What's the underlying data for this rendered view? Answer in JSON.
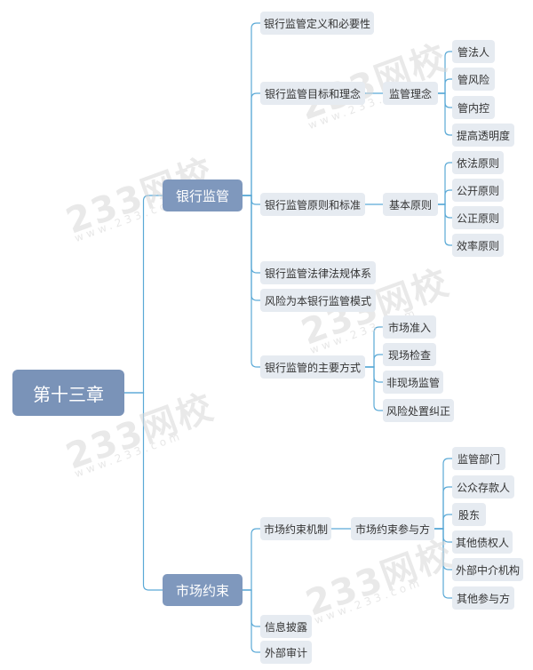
{
  "root": {
    "label": "第十三章"
  },
  "supervision": {
    "label": "银行监管",
    "definition": "银行监管定义和必要性",
    "goal": "银行监管目标和理念",
    "idea": "监管理念",
    "idea_items": [
      "管法人",
      "管风险",
      "管内控",
      "提高透明度"
    ],
    "principle": "银行监管原则和标准",
    "basic": "基本原则",
    "basic_items": [
      "依法原则",
      "公开原则",
      "公正原则",
      "效率原则"
    ],
    "law": "银行监管法律法规体系",
    "mode": "风险为本银行监管模式",
    "methods": "银行监管的主要方式",
    "method_items": [
      "市场准入",
      "现场检查",
      "非现场监管",
      "风险处置纠正"
    ]
  },
  "market": {
    "label": "市场约束",
    "mechanism": "市场约束机制",
    "participants": "市场约束参与方",
    "participant_items": [
      "监管部门",
      "公众存款人",
      "股东",
      "其他债权人",
      "外部中介机构",
      "其他参与方"
    ],
    "disclosure": "信息披露",
    "audit": "外部审计"
  },
  "watermark": {
    "text": "233网校",
    "sub": "www.233.com"
  },
  "colors": {
    "line": "#5aa9d6",
    "root": "#7a93b8",
    "branch": "#7f98bd",
    "leaf": "#e6ebf1"
  }
}
